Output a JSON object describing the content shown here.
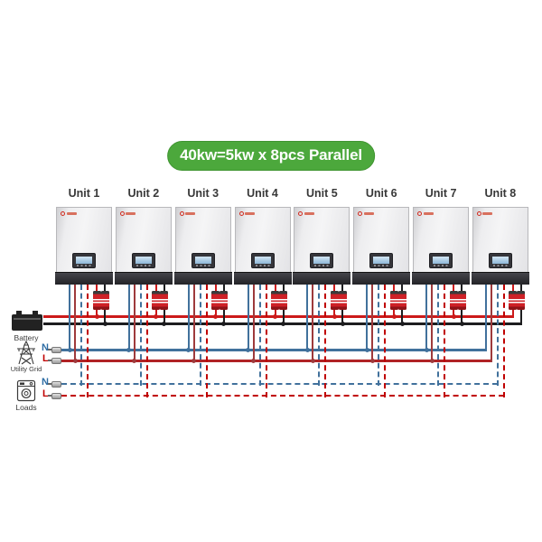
{
  "banner": {
    "text": "40kw=5kw x 8pcs Parallel"
  },
  "units": [
    {
      "label": "Unit 1"
    },
    {
      "label": "Unit 2"
    },
    {
      "label": "Unit 3"
    },
    {
      "label": "Unit 4"
    },
    {
      "label": "Unit 5"
    },
    {
      "label": "Unit 6"
    },
    {
      "label": "Unit 7"
    },
    {
      "label": "Unit 8"
    }
  ],
  "legend": {
    "battery": {
      "label": "Battery"
    },
    "utility_grid": {
      "label": "Utility Grid",
      "neutral": "N",
      "line": "L"
    },
    "loads": {
      "label": "Loads",
      "neutral": "N",
      "line": "L"
    }
  },
  "diagram": {
    "unit_count": 8,
    "breakers_per_unit": 2,
    "colors": {
      "banner_green": "#4CA83C",
      "neutral_blue": "#41719C",
      "line_red": "#C00000",
      "grid_line_wire_dark_red": "#9E3A3C",
      "battery_positive_red": "#CC1A1A",
      "battery_negative_black": "#1D1D1F"
    }
  }
}
